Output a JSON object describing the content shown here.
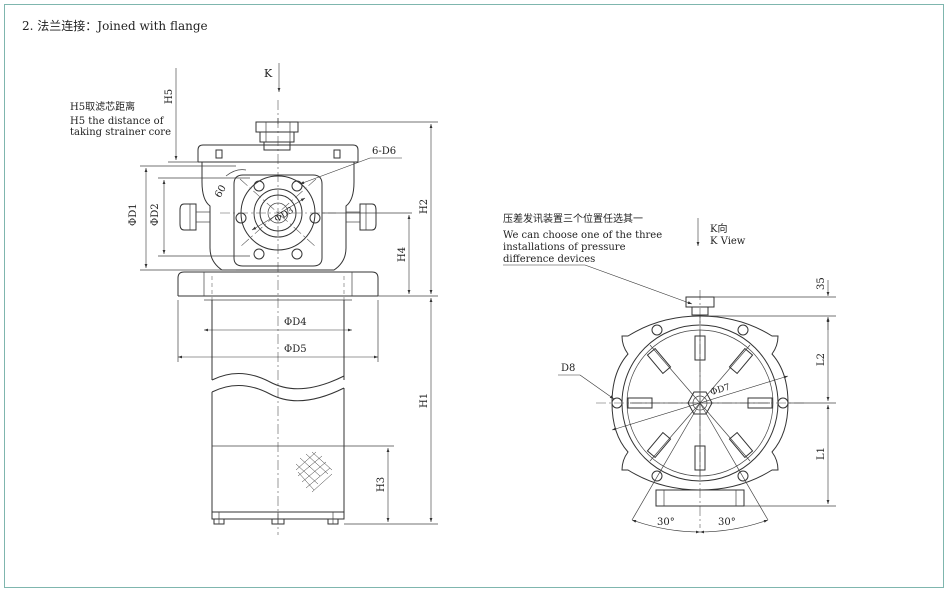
{
  "heading": "2. 法兰连接：Joined with flange",
  "left_view": {
    "k_arrow_label": "K",
    "h5_label": "H5",
    "h5_note_cn": "H5取滤芯距离",
    "h5_note_en_1": "H5 the distance of",
    "h5_note_en_2": "taking strainer core",
    "label_60": "60",
    "label_6d6": "6-D6",
    "label_d3": "ΦD3",
    "label_d1": "ΦD1",
    "label_d2": "ΦD2",
    "label_d4": "ΦD4",
    "label_d5": "ΦD5",
    "label_h2": "H2",
    "label_h4": "H4",
    "label_h1": "H1",
    "label_h3": "H3"
  },
  "right_view": {
    "note_cn": "压差发讯装置三个位置任选其一",
    "note_en_1": "We can choose one of the three",
    "note_en_2": "installations of pressure",
    "note_en_3": "difference devices",
    "k_cn": "K向",
    "k_en": "K View",
    "label_35": "35",
    "label_l2": "L2",
    "label_l1": "L1",
    "label_d8": "D8",
    "label_d7": "ΦD7",
    "angle_left": "30°",
    "angle_right": "30°"
  }
}
